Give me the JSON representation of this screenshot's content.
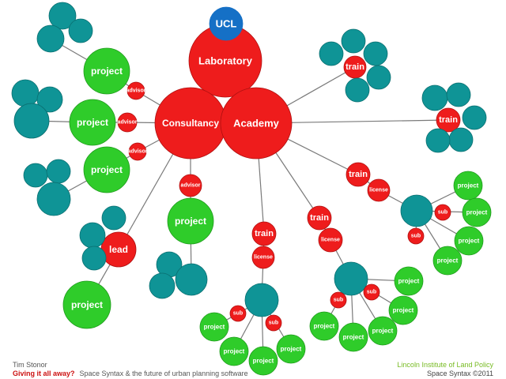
{
  "colors": {
    "red": "#ee1c1c",
    "red_stroke": "#b01010",
    "green": "#2fcc2a",
    "green_stroke": "#1f9a1c",
    "teal": "#0f9496",
    "teal_stroke": "#0a6e70",
    "blue": "#1570c6",
    "line": "#7a7a7a"
  },
  "nodes": {
    "ucl": "UCL",
    "laboratory": "Laboratory",
    "consultancy": "Consultancy",
    "academy": "Academy",
    "project": "project",
    "advisor": "advisor",
    "lead": "lead",
    "train": "train",
    "license": "license",
    "sub": "sub"
  },
  "footer": {
    "author": "Tim Stonor",
    "slogan": "Giving it all away?",
    "subtitle": "Space Syntax & the future of urban planning software",
    "institute": "Lincoln Institute of Land Policy",
    "copyright": "Space Syntax ©2011"
  }
}
